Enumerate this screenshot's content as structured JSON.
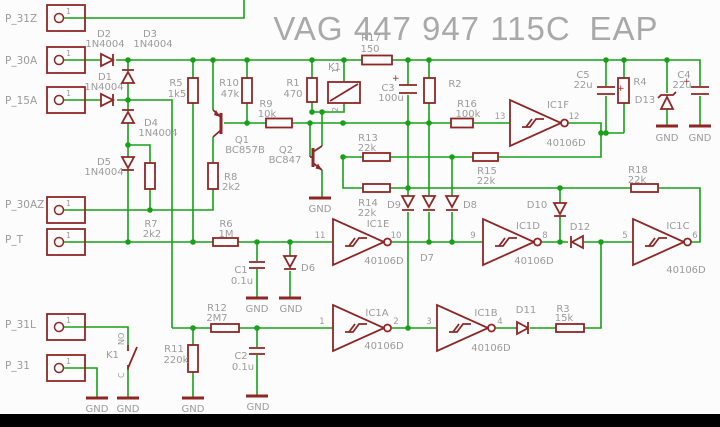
{
  "title": {
    "left": "VAG 447 947 115C",
    "right": "EAP"
  },
  "labels": {
    "gnd": "GND",
    "plus": "+"
  },
  "colors": {
    "wire": "#18a018",
    "component": "#8e2626",
    "label": "#9b9b9b",
    "title": "#a9a9a9",
    "background": "#fcfcfc",
    "letterbox": "#000000"
  },
  "connectors": {
    "p31z": {
      "label": "P_31Z",
      "pin": "1"
    },
    "p30a": {
      "label": "P_30A",
      "pin": "1"
    },
    "p15a": {
      "label": "P_15A",
      "pin": "1"
    },
    "p30az": {
      "label": "P_30AZ",
      "pin": "1"
    },
    "pt": {
      "label": "P_T",
      "pin": "1"
    },
    "p31l": {
      "label": "P_31L",
      "pin": "1"
    },
    "p31": {
      "label": "P_31",
      "pin": "1"
    }
  },
  "parts": {
    "d1": {
      "ref": "D1",
      "value": "1N4004"
    },
    "d2": {
      "ref": "D2",
      "value": "1N4004"
    },
    "d3": {
      "ref": "D3",
      "value": "1N4004"
    },
    "d4": {
      "ref": "D4",
      "value": "1N4004"
    },
    "d5": {
      "ref": "D5",
      "value": "1N4004"
    },
    "d6": {
      "ref": "D6"
    },
    "d7": {
      "ref": "D7"
    },
    "d8": {
      "ref": "D8"
    },
    "d9": {
      "ref": "D9"
    },
    "d10": {
      "ref": "D10"
    },
    "d11": {
      "ref": "D11"
    },
    "d12": {
      "ref": "D12"
    },
    "d13": {
      "ref": "D13"
    },
    "r1": {
      "ref": "R1",
      "value": "470"
    },
    "r2": {
      "ref": "R2"
    },
    "r3": {
      "ref": "R3",
      "value": "15k"
    },
    "r4": {
      "ref": "R4"
    },
    "r5": {
      "ref": "R5",
      "value": "1k5"
    },
    "r6": {
      "ref": "R6",
      "value": "1M"
    },
    "r7": {
      "ref": "R7",
      "value": "2k2"
    },
    "r8": {
      "ref": "R8",
      "value": "2k2"
    },
    "r9": {
      "ref": "R9",
      "value": "10k"
    },
    "r10": {
      "ref": "R10",
      "value": "47k"
    },
    "r11": {
      "ref": "R11",
      "value": "220k"
    },
    "r12": {
      "ref": "R12",
      "value": "2M7"
    },
    "r13": {
      "ref": "R13",
      "value": "22k"
    },
    "r14": {
      "ref": "R14",
      "value": "22k"
    },
    "r15": {
      "ref": "R15",
      "value": "22k"
    },
    "r16": {
      "ref": "R16",
      "value": "100k"
    },
    "r17": {
      "ref": "R17",
      "value": "150"
    },
    "r18": {
      "ref": "R18",
      "value": "22k"
    },
    "c1": {
      "ref": "C1",
      "value": "0.1u"
    },
    "c2": {
      "ref": "C2",
      "value": "0.1u"
    },
    "c3": {
      "ref": "C3",
      "value": "100u"
    },
    "c4": {
      "ref": "C4",
      "value": "22u"
    },
    "c5": {
      "ref": "C5",
      "value": "22u"
    },
    "q1": {
      "ref": "Q1",
      "value": "BC857B"
    },
    "q2": {
      "ref": "Q2",
      "value": "BC847"
    },
    "k1_coil": {
      "ref": "K1",
      "pin1": "1",
      "pin2": "2"
    },
    "k1_switch": {
      "ref": "K1",
      "no": "NO",
      "c": "C"
    }
  },
  "gates": {
    "ic1a": {
      "ref": "IC1A",
      "part": "40106D",
      "pin_in": "1",
      "pin_out": "2"
    },
    "ic1b": {
      "ref": "IC1B",
      "part": "40106D",
      "pin_in": "3",
      "pin_out": "4"
    },
    "ic1c": {
      "ref": "IC1C",
      "part": "40106D",
      "pin_in": "5",
      "pin_out": "6"
    },
    "ic1d": {
      "ref": "IC1D",
      "part": "40106D",
      "pin_in": "9",
      "pin_out": "8"
    },
    "ic1e": {
      "ref": "IC1E",
      "part": "40106D",
      "pin_in": "11",
      "pin_out": "10"
    },
    "ic1f": {
      "ref": "IC1F",
      "part": "40106D",
      "pin_in": "13",
      "pin_out": "12"
    }
  }
}
